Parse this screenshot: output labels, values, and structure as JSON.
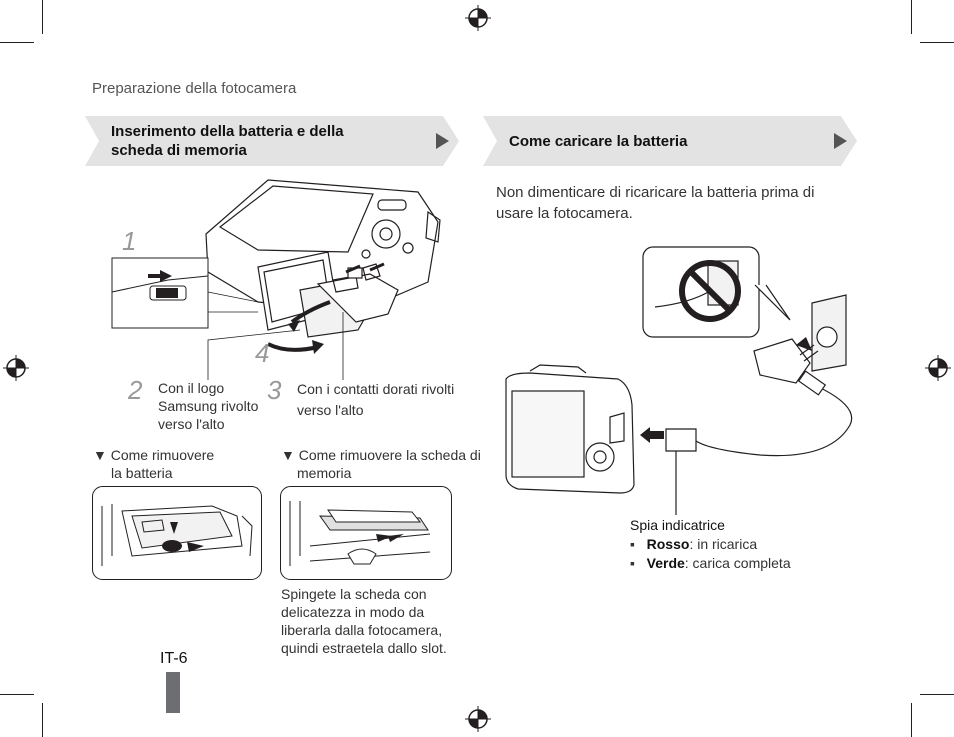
{
  "header": {
    "section": "Preparazione della fotocamera"
  },
  "left_banner": {
    "line1": "Inserimento della batteria e della",
    "line2": "scheda di memoria"
  },
  "right_banner": {
    "title": "Come caricare la batteria"
  },
  "steps": {
    "n1": "1",
    "n2": "2",
    "n3": "3",
    "n4": "4",
    "step2_l1": "Con il logo",
    "step2_l2": "Samsung rivolto",
    "step2_l3": "verso l'alto",
    "step3_l1": "Con i contatti dorati rivolti",
    "step3_l2": "verso l'alto"
  },
  "remove": {
    "battery_l1": "▼  Come rimuovere",
    "battery_l2": "la batteria",
    "card_l1": "▼  Come rimuovere la scheda di",
    "card_l2": "memoria"
  },
  "card_note": {
    "l1": "Spingete la scheda con",
    "l2": "delicatezza in modo da",
    "l3": "liberarla dalla fotocamera,",
    "l4": "quindi estraetela dallo slot."
  },
  "charge_intro": {
    "l1": "Non dimenticare di ricaricare la batteria prima di",
    "l2": "usare la fotocamera."
  },
  "indicator": {
    "title": "Spia indicatrice",
    "items": [
      {
        "label": "Rosso",
        "desc": ": in ricarica"
      },
      {
        "label": "Verde",
        "desc": ": carica completa"
      }
    ]
  },
  "footer": {
    "page": "IT-6"
  },
  "colors": {
    "banner": "#e3e3e3",
    "arrow": "#555555",
    "pager_bar": "#6d6e71"
  }
}
